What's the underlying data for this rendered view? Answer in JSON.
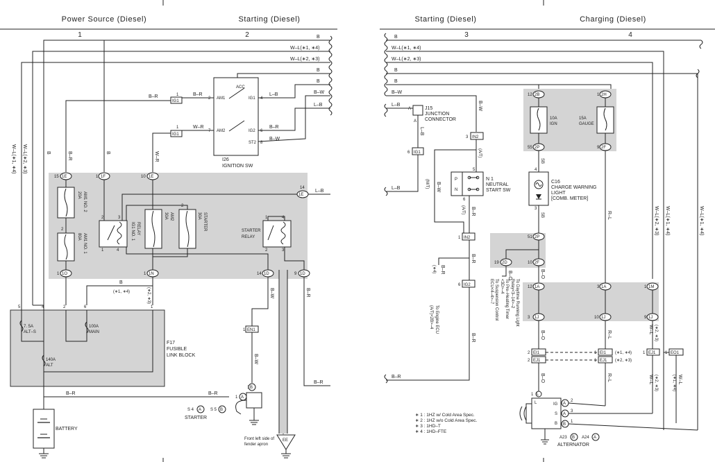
{
  "sections": {
    "left": [
      {
        "title": "Power Source (Diesel)",
        "number": "1"
      },
      {
        "title": "Starting (Diesel)",
        "number": "2"
      }
    ],
    "right": [
      {
        "title": "Starting (Diesel)",
        "number": "3"
      },
      {
        "title": "Charging (Diesel)",
        "number": "4"
      }
    ]
  },
  "wires": {
    "b": "B",
    "wl14": "W–L(∗1, ∗4)",
    "wl23": "W–L(∗2, ∗3)",
    "br": "B–R",
    "wr": "W–R",
    "lb": "L–B",
    "bw": "B–W",
    "wl14v": "W–L(∗1, ∗4)",
    "wl23v": "W–L(∗2, ∗3)",
    "rl": "R–L",
    "bo": "B–O",
    "wl": "W–L",
    "at": "(A/T)",
    "mt": "(M/T)",
    "s14": "(∗1, ∗4)",
    "s23": "(∗2, ∗3)",
    "sb": "SB"
  },
  "components": {
    "ignition_sw": {
      "code": "I26",
      "name": "IGNITION SW",
      "terms": [
        "AM1",
        "AM2",
        "ACC",
        "IG1",
        "IG2",
        "ST2"
      ]
    },
    "fusible_link": {
      "code": "F17",
      "name": "FUSIBLE",
      "name2": "LINK BLOCK",
      "alts": "7. 5A",
      "alts_name": "ALT–S",
      "main": "100A",
      "main_name": "MAIN",
      "alt": "140A",
      "alt_name": "ALT"
    },
    "fuses_left": {
      "am1_2_a": "20A",
      "am1_2_n": "AM1 NO. 2",
      "am1_1_a": "80A",
      "am1_1_n": "AM1 NO. 1",
      "am2_a": "30A",
      "am2_n": "AM2",
      "st_a": "30A",
      "st_n": "STARTER"
    },
    "ig1_relay": {
      "name": "IG1 NO. 1",
      "name2": "RELAY"
    },
    "starter_relay": {
      "name": "STARTER",
      "name2": "RELAY"
    },
    "battery": "BATTERY",
    "starter": {
      "name": "STARTER",
      "s4": "S 4",
      "s5": "S 5",
      "a": "A",
      "b": "B"
    },
    "ground_loc": {
      "line1": "Front left side of",
      "line2": "fender apron",
      "code": "EE"
    },
    "junction": {
      "code": "J15",
      "line1": "JUNCTION",
      "line2": "CONNECTOR"
    },
    "neutral": {
      "code": "N 1",
      "line1": "NEUTRAL",
      "line2": "START SW",
      "p": "P",
      "n": "N"
    },
    "ign_fuse": {
      "amp": "10A",
      "name": "IGN"
    },
    "gauge_fuse": {
      "amp": "15A",
      "name": "GAUGE"
    },
    "charge_light": {
      "code": "C16",
      "line1": "CHARGE WARNING",
      "line2": "LIGHT",
      "line3": "[COMB. METER]"
    },
    "alternator": {
      "name": "ALTERNATOR",
      "a23": "A23",
      "a24": "A24",
      "b": "B",
      "a": "A",
      "ig": "IG",
      "s": "S",
      "l": "L",
      "bt": "B"
    },
    "engine_ecu": {
      "line1": "To Engine ECU",
      "line2": "(A/T)<2B>–4"
    },
    "susp": {
      "line1": "To Suspension Control",
      "line2": "ECU<4–4>–7",
      "line3": "To Pre–Heating Timer",
      "line4": "<3D>–4",
      "line5": "To Daytime Running Light",
      "line6": "Relay<3–14>–2"
    },
    "l4": "(∗4)"
  },
  "connectors": {
    "ig1": "IG1",
    "e1": "1E",
    "f1": "1F",
    "o1": "1O",
    "n1": "1N",
    "d1": "1D",
    "en1": "EN1",
    "in2": "IN2",
    "ig2": "IG2",
    "b2": "2B",
    "h2": "2H",
    "p2": "2P",
    "f2": "2F",
    "d2": "2D",
    "a1": "1A",
    "m1": "1M",
    "j1": "1J",
    "ei1": "EI1",
    "ej1": "EJ1",
    "eo1": "EO1"
  },
  "pins": {
    "p1": "1",
    "p2": "2",
    "p3": "3",
    "p4": "4",
    "p5": "5",
    "p6": "6",
    "p7": "7",
    "p8": "8",
    "p9": "9",
    "p10": "10",
    "p12": "12",
    "p14": "14",
    "p15": "15",
    "p19": "19",
    "p51": "51",
    "p55": "55",
    "pA": "A"
  },
  "notes": [
    "∗ 1 : 1HZ w/ Cold Area Spec.",
    "∗ 2 : 1HZ w/o Cold Area Spec.",
    "∗ 3 : 1HD–T",
    "∗ 4 : 1HD–FTE"
  ]
}
